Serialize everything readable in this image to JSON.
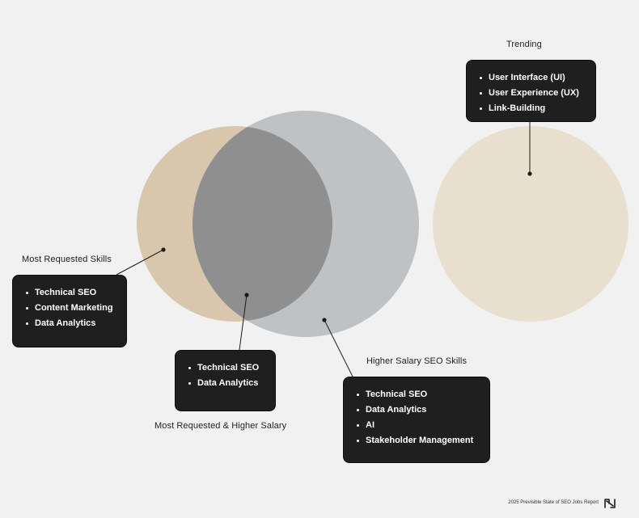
{
  "groups": {
    "most_requested": {
      "caption": "Most Requested Skills",
      "items": [
        "Technical SEO",
        "Content Marketing",
        "Data Analytics"
      ]
    },
    "overlap": {
      "caption": "Most Requested & Higher Salary",
      "items": [
        "Technical SEO",
        "Data Analytics"
      ]
    },
    "higher_salary": {
      "caption": "Higher Salary SEO Skills",
      "items": [
        "Technical SEO",
        "Data Analytics",
        "AI",
        "Stakeholder Management"
      ]
    },
    "trending": {
      "caption": "Trending",
      "items": [
        "User Interface (UI)",
        "User Experience (UX)",
        "Link-Building"
      ]
    }
  },
  "colors": {
    "background": "#f1f1f1",
    "most_requested_circle": "#d8c7ad",
    "higher_salary_circle": "#bfc2c5",
    "overlap_region": "#8f8f8f",
    "trending_circle": "#e9dfcf",
    "box_fill": "#1f1f1f",
    "box_text": "#ffffff"
  },
  "footer": {
    "text": "2025 Previsible State of SEO Jobs Report",
    "logo_icon": "previsible-logo-icon"
  }
}
